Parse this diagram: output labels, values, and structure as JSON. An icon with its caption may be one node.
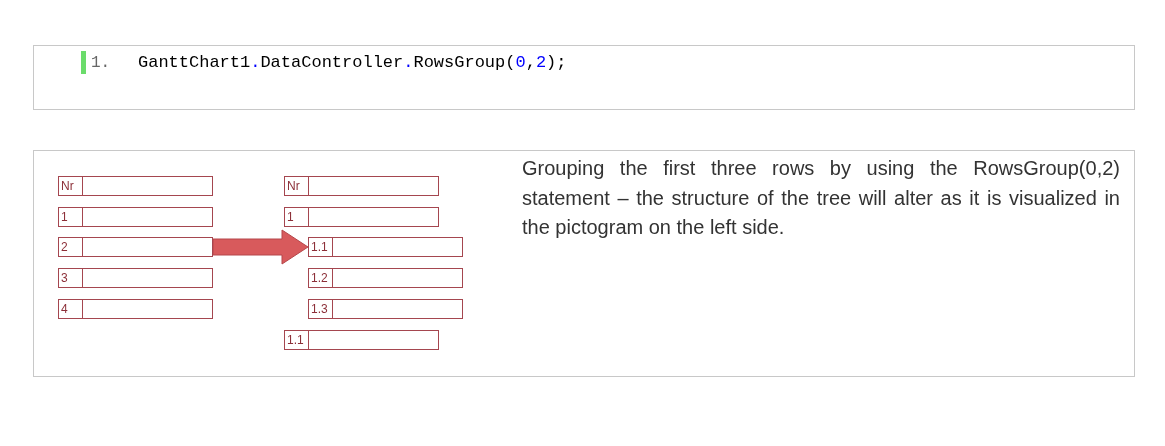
{
  "diagram": {
    "nodes": [
      {
        "text": [
          "1.",
          "GanttChart1.DataController.RowsGroup(0,2);"
        ]
      },
      {
        "text": [
          "Grouping the first three rows by using the RowsGroup(0,2) statement – the structure of the tree will alter as it is visualized in the pictogram on the left side."
        ]
      },
      {
        "text": [
          "Nr"
        ],
        "in": 1
      },
      {
        "text": [
          "1"
        ],
        "in": 1
      },
      {
        "text": [
          "2"
        ],
        "in": 1
      },
      {
        "text": [
          "3"
        ],
        "in": 1
      },
      {
        "text": [
          "4"
        ],
        "in": 1
      },
      {
        "text": [
          "Nr"
        ],
        "in": 1
      },
      {
        "text": [
          "1"
        ],
        "in": 1
      },
      {
        "text": [
          "1.1"
        ],
        "in": 1
      },
      {
        "text": [
          "1.2"
        ],
        "in": 1
      },
      {
        "text": [
          "1.3"
        ],
        "in": 1
      },
      {
        "text": [
          "1.1"
        ],
        "in": 1
      }
    ],
    "edges": [
      {
        "from": 4,
        "to": 9,
        "arrow": "to",
        "style": "thick"
      }
    ]
  }
}
